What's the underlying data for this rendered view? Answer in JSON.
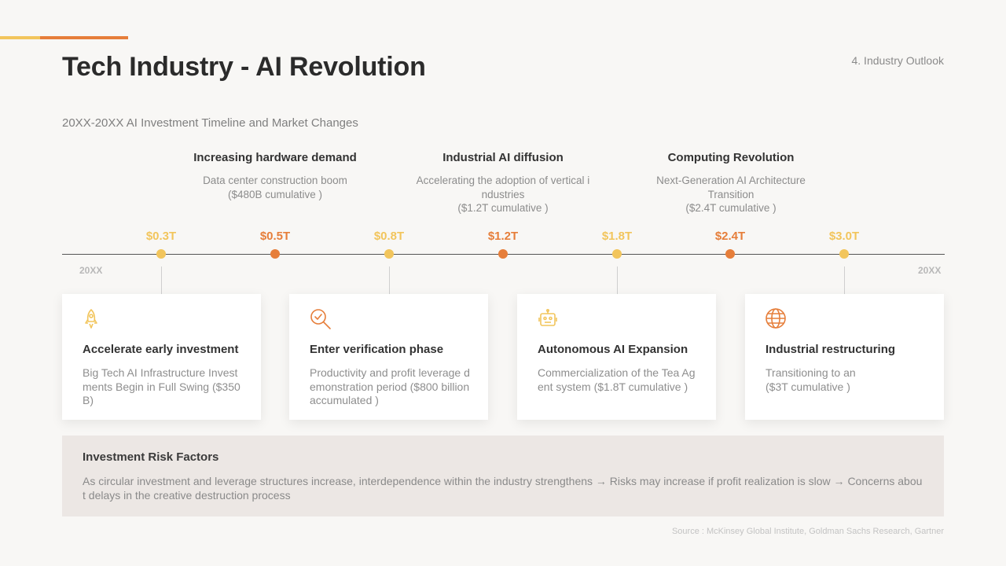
{
  "header": {
    "title": "Tech Industry - AI Revolution",
    "section_label": "4. Industry Outlook",
    "subtitle": "20XX-20XX AI Investment Timeline and Market Changes"
  },
  "colors": {
    "accent_yellow": "#f2c55c",
    "accent_orange": "#e67e3a"
  },
  "phases": [
    {
      "title": "Increasing hardware demand",
      "desc": "Data center construction boom",
      "cum": "($480B cumulative )"
    },
    {
      "title": "Industrial AI diffusion",
      "desc": "Accelerating the adoption of vertical industries",
      "cum": "($1.2T cumulative )"
    },
    {
      "title": "Computing Revolution",
      "desc": "Next-Generation AI Architecture Transition",
      "cum": "($2.4T cumulative )"
    }
  ],
  "timeline": {
    "start_year": "20XX",
    "end_year": "20XX",
    "markers": [
      {
        "label": "$0.3T",
        "color": "#f2c55c"
      },
      {
        "label": "$0.5T",
        "color": "#e67e3a"
      },
      {
        "label": "$0.8T",
        "color": "#f2c55c"
      },
      {
        "label": "$1.2T",
        "color": "#e67e3a"
      },
      {
        "label": "$1.8T",
        "color": "#f2c55c"
      },
      {
        "label": "$2.4T",
        "color": "#e67e3a"
      },
      {
        "label": "$3.0T",
        "color": "#f2c55c"
      }
    ]
  },
  "cards": [
    {
      "icon": "rocket-icon",
      "title": "Accelerate early investment",
      "desc": "Big Tech AI Infrastructure Investments Begin in Full Swing ($350B)"
    },
    {
      "icon": "magnifier-check-icon",
      "title": "Enter verification phase",
      "desc": "Productivity and profit leverage demonstration period ($800 billion accumulated )"
    },
    {
      "icon": "robot-icon",
      "title": "Autonomous  AI Expansion",
      "desc": "Commercialization of the Tea Agent system ($1.8T cumulative )"
    },
    {
      "icon": "globe-icon",
      "title": "Industrial restructuring",
      "desc": "Transitioning to an",
      "desc2": "($3T cumulative )"
    }
  ],
  "risk": {
    "title": "Investment Risk Factors",
    "text": "As circular investment and leverage structures increase, interdependence within the industry strengthens → Risks may increase if profit realization is slow → Concerns about delays in the creative destruction process"
  },
  "source": "Source : McKinsey Global Institute, Goldman Sachs Research, Gartner"
}
